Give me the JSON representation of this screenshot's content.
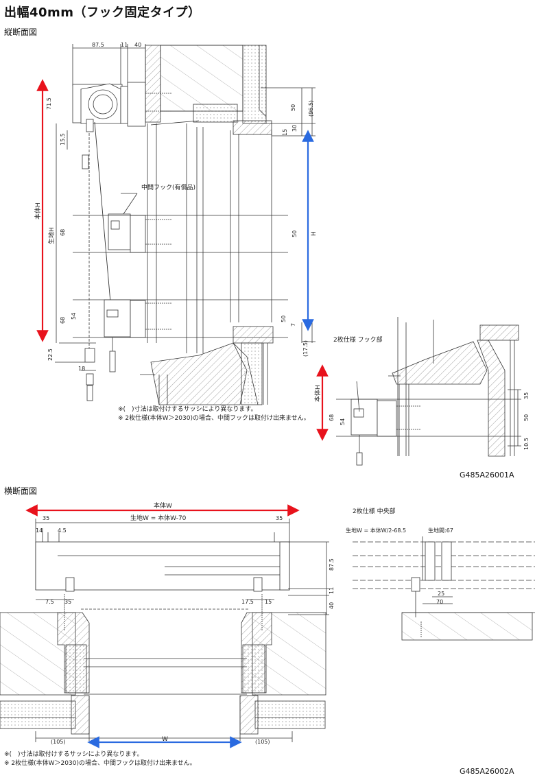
{
  "title": "出幅40mm（フック固定タイプ）",
  "sections": {
    "vertical": "縦断面図",
    "horizontal": "横断面図"
  },
  "codes": {
    "vertical": "G485A26001A",
    "horizontal": "G485A26002A"
  },
  "labels": {
    "middle_hook": "中間フック(有償品)",
    "two_panel_hook": "2枚仕様 フック部",
    "two_panel_center": "2枚仕様 中央部",
    "body_h": "本体H",
    "fabric_h": "生地H",
    "h": "H",
    "body_w": "本体W",
    "fabric_w": "生地W = 本体W-70",
    "w": "W",
    "center_fabric_w": "生地W = 本体W/2-68.5",
    "fabric_gap": "生地間:67"
  },
  "notes": {
    "v1": "※(　)寸法は取付けするサッシにより異なります。",
    "v2": "※ 2枚仕様(本体W＞2030)の場合、中間フックは取付け出来ません。",
    "h1": "※(　)寸法は取付けするサッシにより異なります。",
    "h2": "※ 2枚仕様(本体W＞2030)の場合、中間フックは取付け出来ません。"
  },
  "dims": {
    "d87_5": "87.5",
    "d11": "11",
    "d40": "40",
    "d71_5": "71.5",
    "d15_5": "15.5",
    "d68": "68",
    "d54": "54",
    "d22_5": "22.5",
    "d18": "18",
    "d50": "50",
    "d96_5": "(96.5)",
    "d30": "30",
    "d15": "15",
    "d7": "7",
    "d17_5": "(17.5)",
    "d35": "35",
    "d10_5": "10.5",
    "d14": "14",
    "d4_5": "4.5",
    "d7_5": "7.5",
    "d17_5b": "17.5",
    "d105": "(105)",
    "d25": "25",
    "d70": "70",
    "d67": "67"
  },
  "colors": {
    "red": "#e8121c",
    "blue": "#2a6ae0",
    "line": "#333333",
    "hatch": "#777777"
  }
}
